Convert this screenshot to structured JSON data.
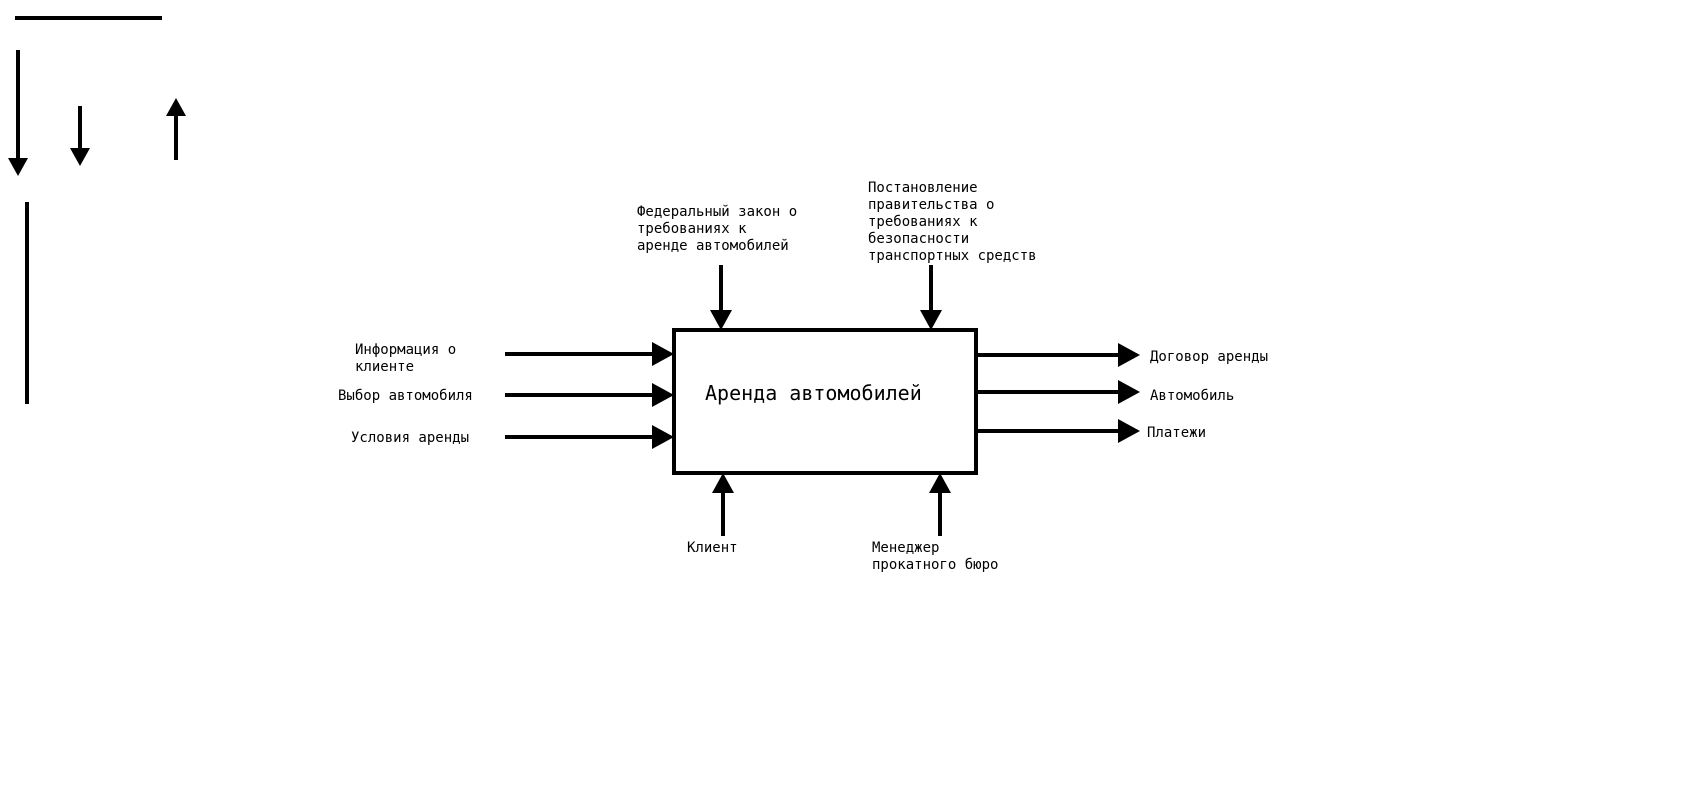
{
  "diagram": {
    "colors": {
      "line": "#000000",
      "background": "#ffffff"
    },
    "function_box": {
      "title": "Аренда автомобилей"
    },
    "inputs": [
      {
        "label": "Информация о\nклиенте"
      },
      {
        "label": "Выбор автомобиля"
      },
      {
        "label": "Условия аренды"
      }
    ],
    "controls": [
      {
        "label": "Федеральный закон о\nтребованиях к\nаренде автомобилей"
      },
      {
        "label": "Постановление\nправительства о\nтребованиях к\nбезопасности\nтранспортных средств"
      }
    ],
    "outputs": [
      {
        "label": "Договор аренды"
      },
      {
        "label": "Автомобиль"
      },
      {
        "label": "Платежи"
      }
    ],
    "mechanisms": [
      {
        "label": "Клиент"
      },
      {
        "label": "Менеджер\nпрокатного бюро"
      }
    ]
  }
}
